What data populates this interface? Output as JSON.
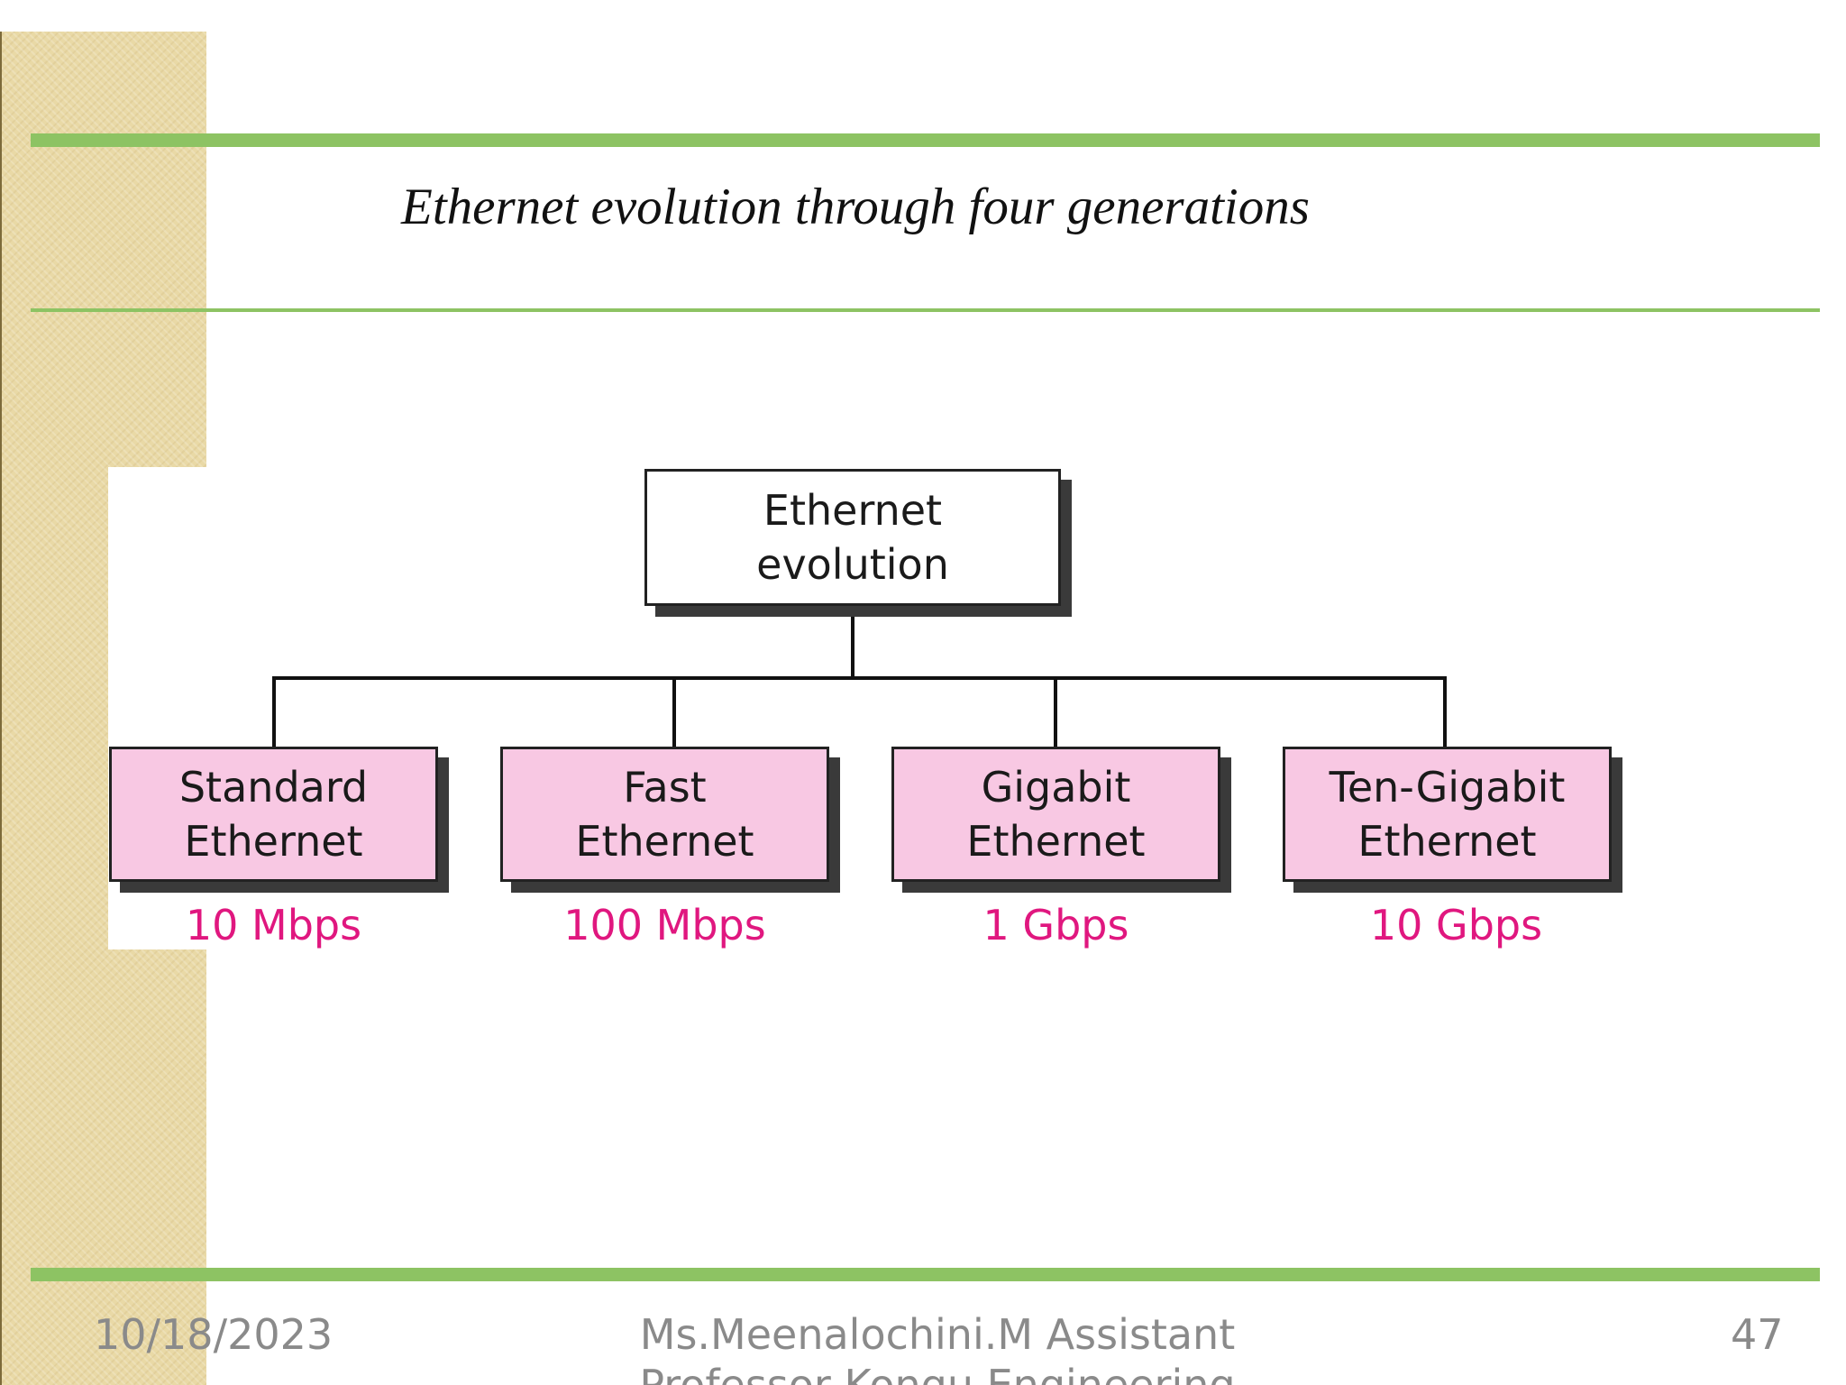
{
  "slide": {
    "title": "Ethernet evolution through four generations"
  },
  "diagram": {
    "root": "Ethernet\nevolution",
    "children": [
      {
        "label": "Standard\nEthernet",
        "speed": "10 Mbps"
      },
      {
        "label": "Fast\nEthernet",
        "speed": "100 Mbps"
      },
      {
        "label": "Gigabit\nEthernet",
        "speed": "1 Gbps"
      },
      {
        "label": "Ten-Gigabit\nEthernet",
        "speed": "10 Gbps"
      }
    ]
  },
  "footer": {
    "date": "10/18/2023",
    "author": "Ms.Meenalochini.M Assistant Professor,Kongu Engineering",
    "page_number": "47"
  },
  "colors": {
    "accent_rule": "#8dc363",
    "child_fill": "#f8c8e3",
    "speed_text": "#e0177f",
    "side_strip": "#e9d9a6"
  }
}
